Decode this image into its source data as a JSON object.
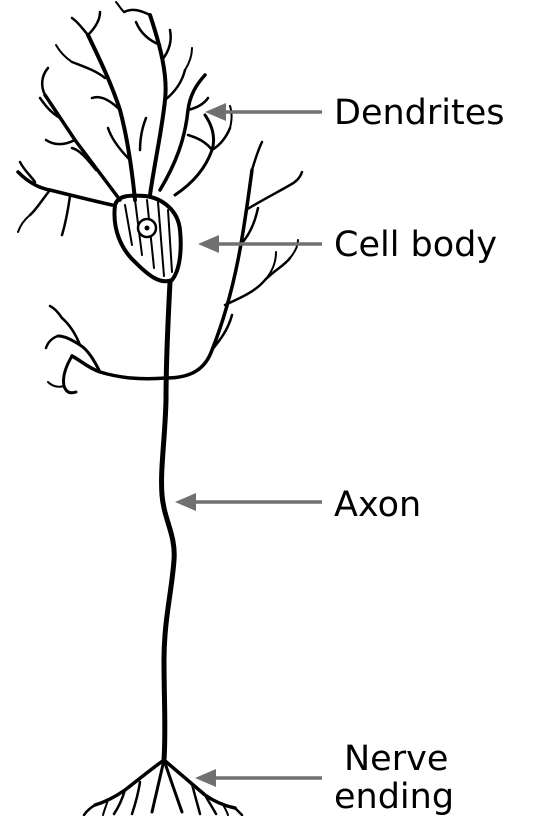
{
  "labels": {
    "dendrites": "Dendrites",
    "cell_body": "Cell body",
    "axon": "Axon",
    "nerve_ending_line1": "Nerve",
    "nerve_ending_line2": "ending"
  },
  "colors": {
    "ink": "#000000",
    "pointer": "#707070",
    "background": "#ffffff"
  }
}
